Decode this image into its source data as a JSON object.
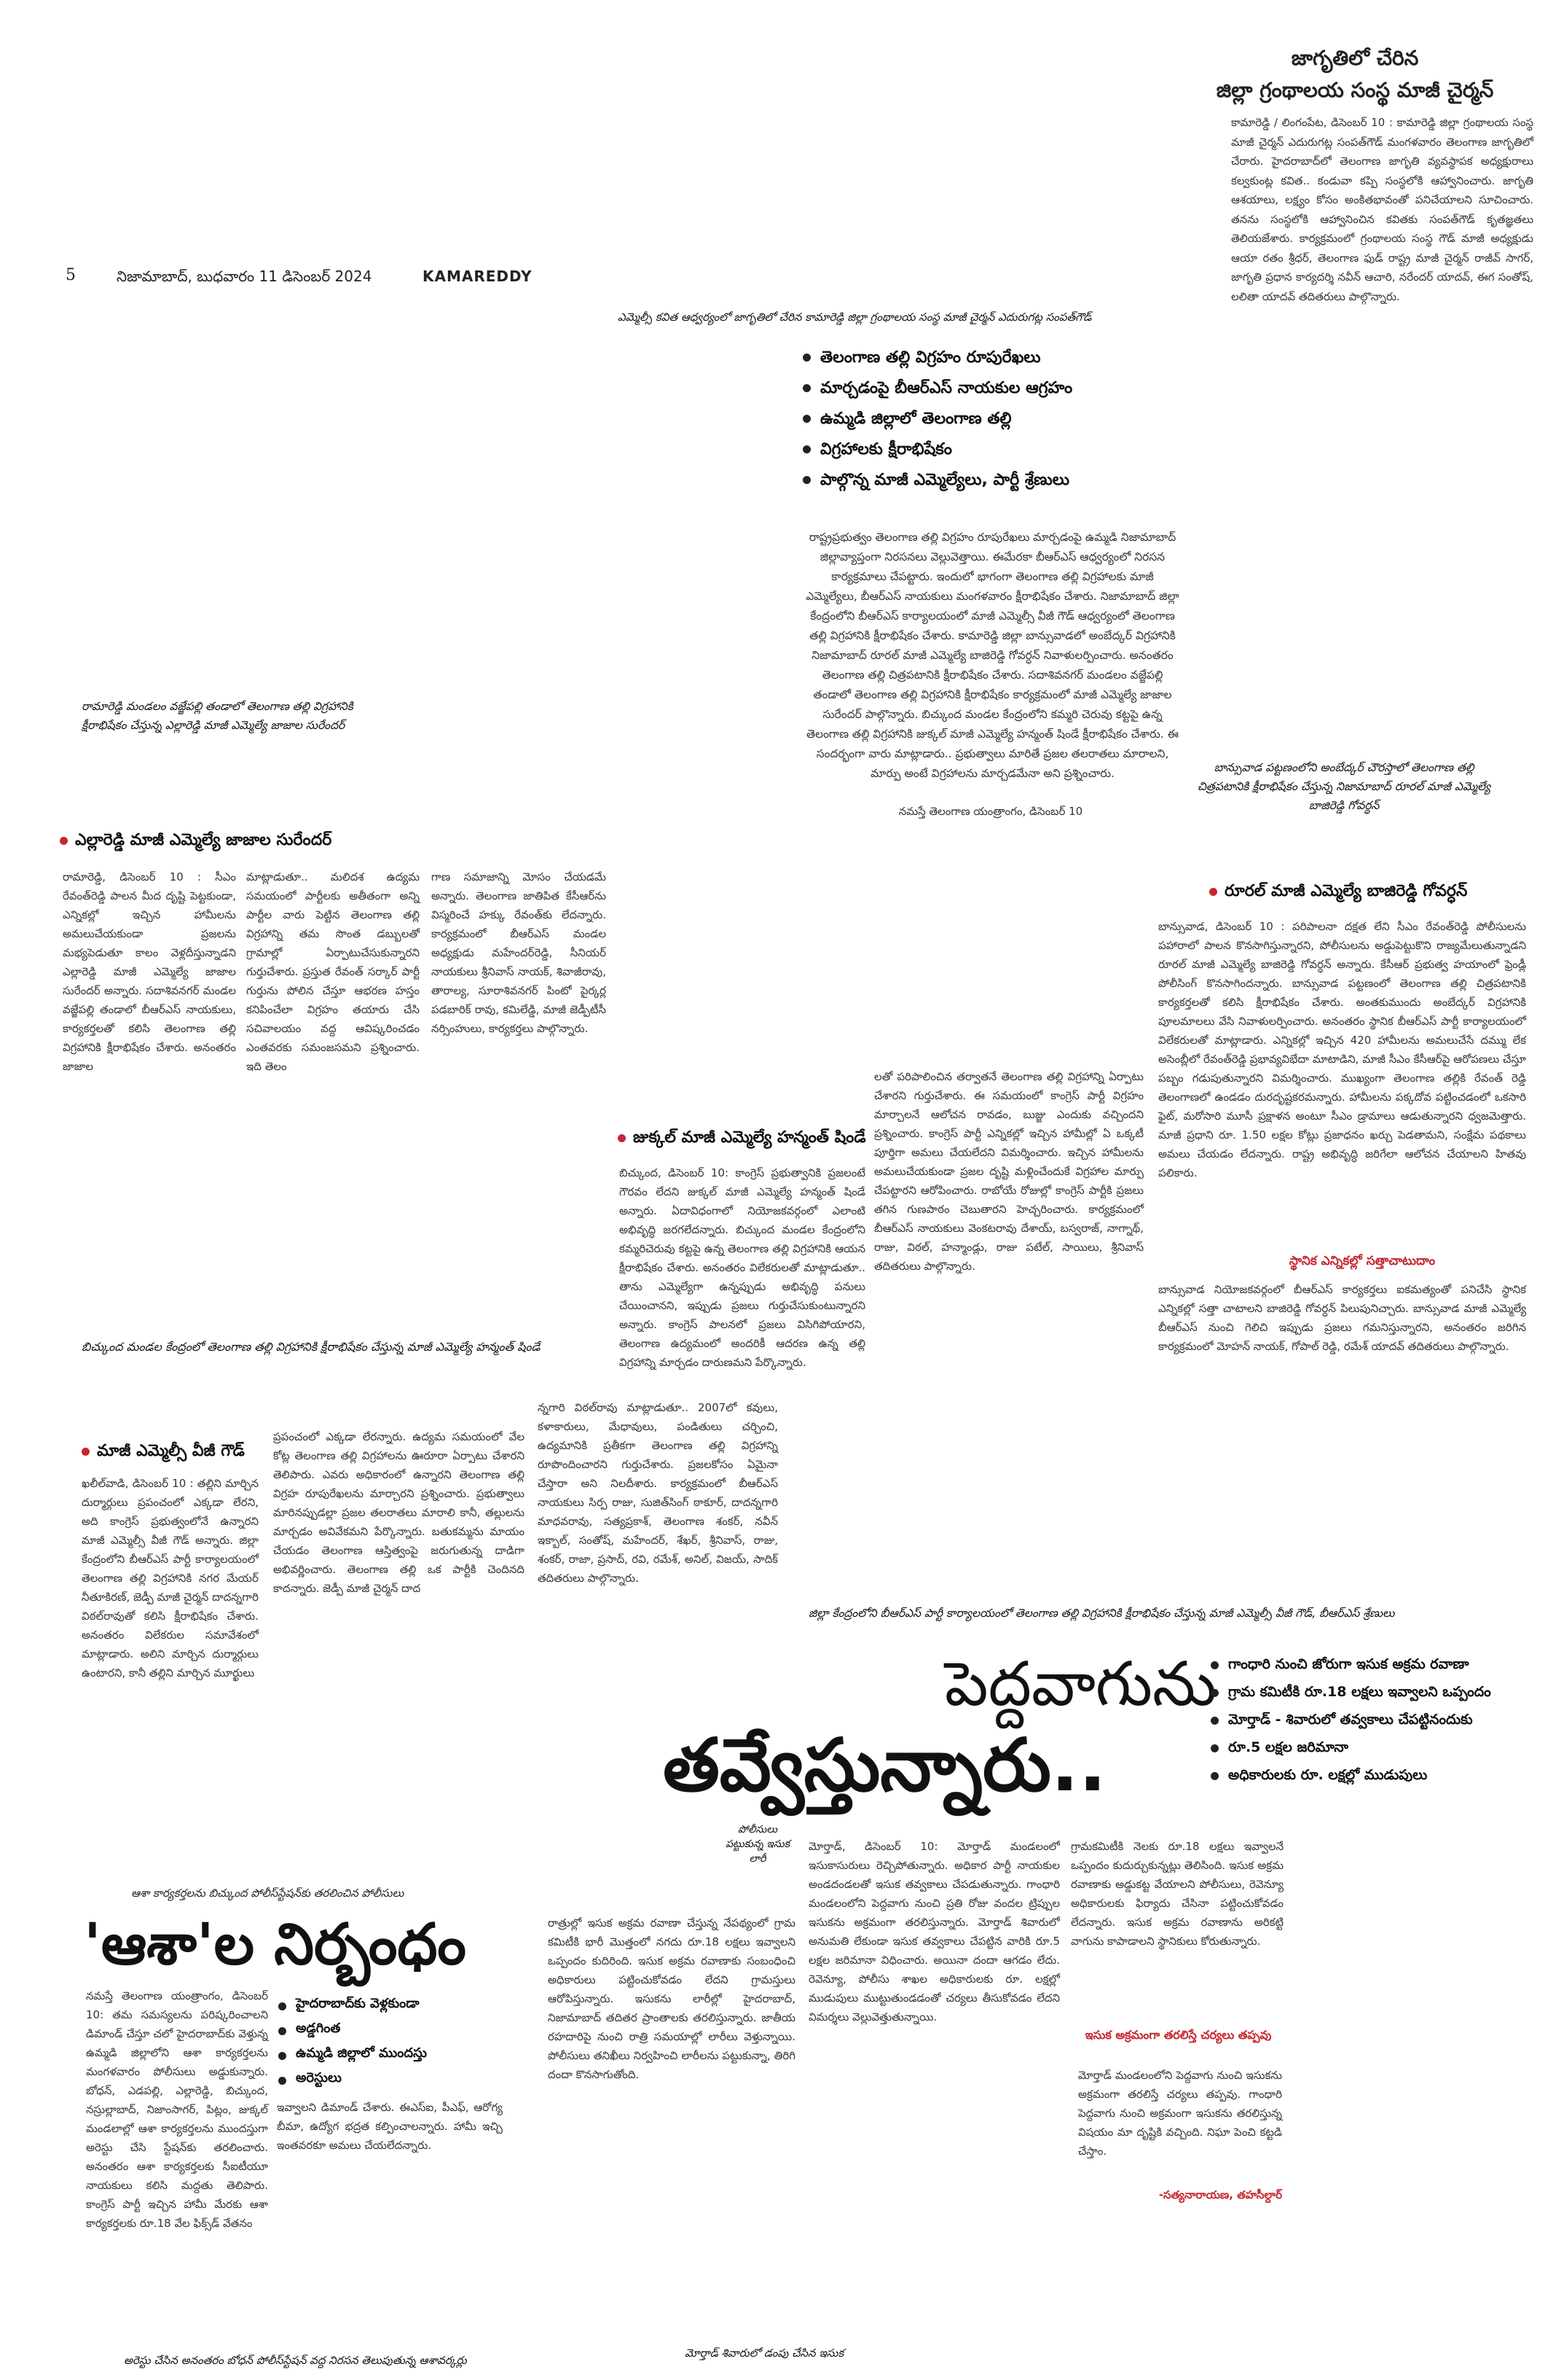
{
  "masthead": {
    "page_number": "5",
    "dateline": "నిజామాబాద్, బుధవారం 11 డిసెంబర్ 2024",
    "edition": "KAMAREDDY"
  },
  "top_right_story": {
    "headline_line1": "జాగృతిలో చేరిన",
    "headline_line2": "జిల్లా గ్రంథాలయ సంస్థ మాజీ చైర్మన్",
    "body": "కామారెడ్డి / లింగంపేట, డిసెంబర్ 10 : కామారెడ్డి జిల్లా గ్రంథాలయ సంస్థ మాజీ చైర్మన్ ఎదురుగట్ల సంపత్‌గౌడ్ మంగళవారం తెలంగాణ జాగృతిలో చేరారు. హైదరాబాద్‌లో తెలంగాణ జాగృతి వ్యవస్థాపక అధ్యక్షురాలు కల్వకుంట్ల కవిత.. కండువా కప్పి సంస్థలోకి ఆహ్వానించారు. జాగృతి ఆశయాలు, లక్ష్యం కోసం అంకితభావంతో పనిచేయాలని సూచించారు. తనను సంస్థలోకి ఆహ్వానించిన కవితకు సంపత్‌గౌడ్ కృతజ్ఞతలు తెలియజేశారు. కార్యక్రమంలో గ్రంథాలయ సంస్థ గౌడ్ మాజీ అధ్యక్షుడు ఆయా రతం శ్రీధర్, తెలంగాణ ఫుడ్ రాష్ట్ర మాజీ చైర్మన్ రాజీవ్ సాగర్, జాగృతి ప్రధాన కార్యదర్శి నవీన్ ఆచారి, నరేందర్ యాదవ్, ఈగ సంతోష్, లలితా యాదవ్ తదితరులు పాల్గొన్నారు.",
    "photo_caption": "ఎమ్మెల్సీ కవిత ఆధ్వర్యంలో జాగృతిలో చేరిన కామారెడ్డి జిల్లా గ్రంథాలయ సంస్థ మాజీ చైర్మన్ ఎదురుగట్ల సంపత్‌గౌడ్"
  },
  "main_story": {
    "bullets": [
      "తెలంగాణ తల్లి విగ్రహం రూపురేఖలు",
      "మార్చడంపై బీఆర్ఎస్ నాయకుల ఆగ్రహం",
      "ఉమ్మడి జిల్లాలో తెలంగాణ తల్లి",
      "విగ్రహాలకు క్షీరాభిషేకం",
      "పాల్గొన్న మాజీ ఎమ్మెల్యేలు, పార్టీ శ్రేణులు"
    ],
    "intro": "రాష్ట్రప్రభుత్వం తెలంగాణ తల్లి విగ్రహం రూపురేఖలు మార్చడంపై ఉమ్మడి నిజామాబాద్ జిల్లావ్యాప్తంగా నిరసనలు వెల్లువెత్తాయి. ఈమేరకా బీఆర్ఎస్ ఆధ్వర్యంలో నిరసన కార్యక్రమాలు చేపట్టారు. ఇందులో భాగంగా తెలంగాణ తల్లి విగ్రహాలకు మాజీ ఎమ్మెల్యేలు, బీఆర్ఎస్ నాయకులు మంగళవారం క్షీరాభిషేకం చేశారు. నిజామాబాద్ జిల్లా కేంద్రంలోని బీఆర్ఎస్ కార్యాలయంలో మాజీ ఎమ్మెల్సీ వీజీ గౌడ్ ఆధ్వర్యంలో తెలంగాణ తల్లి విగ్రహానికి క్షీరాభిషేకం చేశారు. కామారెడ్డి జిల్లా బాన్సువాడలో అంబేద్కర్ విగ్రహానికి నిజామాబాద్ రూరల్ మాజీ ఎమ్మెల్యే బాజిరెడ్డి గోవర్ధన్ నివాళులర్పించారు. అనంతరం తెలంగాణ తల్లి చిత్రపటానికి క్షీరాభిషేకం చేశారు. సదాశివనగర్ మండలం వజ్జేపల్లి తండాలో తెలంగాణ తల్లి విగ్రహానికి క్షీరాభిషేకం కార్యక్రమంలో మాజీ ఎమ్మెల్యే జాజాల సురేందర్ పాల్గొన్నారు. బిచ్కుంద మండల కేంద్రంలోని కమ్మరి చెరువు కట్టపై ఉన్న తెలంగాణ తల్లి విగ్రహానికి జుక్కల్ మాజీ ఎమ్మెల్యే హన్మంత్ షిండే క్షీరాభిషేకం చేశారు. ఈ సందర్భంగా వారు మాట్లాడారు.. ప్రభుత్వాలు మారితే ప్రజల తలరాతలు మారాలని, మార్పు అంటే విగ్రహాలను మార్చడమేనా అని ప్రశ్నించారు.",
    "credit": "నమస్తే తెలంగాణ యంత్రాంగం, డిసెంబర్ 10"
  },
  "photo_captions": {
    "yellareddy": "రామారెడ్డి మండలం వజ్జేపల్లి తండాలో తెలంగాణ తల్లి విగ్రహానికి క్షీరాభిషేకం చేస్తున్న ఎల్లారెడ్డి మాజీ ఎమ్మెల్యే జాజాల సురేందర్",
    "banswada": "బాన్సువాడ పట్టణంలోని అంబేద్కర్ చౌరస్తాలో తెలంగాణ తల్లి చిత్రపటానికి క్షీరాభిషేకం చేస్తున్న నిజామాబాద్ రూరల్ మాజీ ఎమ్మెల్యే బాజిరెడ్డి గోవర్ధన్",
    "bichkunda": "బిచ్కుంద మండల కేంద్రంలో తెలంగాణ తల్లి విగ్రహానికి క్షీరాభిషేకం చేస్తున్న మాజీ ఎమ్మెల్యే హన్మంత్ షిండే",
    "nizamabad": "జిల్లా కేంద్రంలోని బీఆర్ఎస్ పార్టీ కార్యాలయంలో తెలంగాణ తల్లి విగ్రహానికి క్షీరాభిషేకం చేస్తున్న మాజీ ఎమ్మెల్సీ వీజీ గౌడ్, బీఆర్ఎస్ శ్రేణులు"
  },
  "story_surender": {
    "subhead": "ఎల్లారెడ్డి మాజీ ఎమ్మెల్యే జాజాల సురేందర్",
    "col1": "రామారెడ్డి, డిసెంబర్ 10 : సీఎం రేవంత్‌రెడ్డి పాలన మీద దృష్టి పెట్టకుండా, ఎన్నికల్లో ఇచ్చిన హామీలను అమలుచేయకుండా ప్రజలను మభ్యపెడుతూ కాలం వెళ్లదీస్తున్నాడని ఎల్లారెడ్డి మాజీ ఎమ్మెల్యే జాజాల సురేందర్ అన్నారు. సదాశివనగర్ మండల వజ్జేపల్లి తండాలో బీఆర్ఎస్ నాయకులు, కార్యకర్తలతో కలిసి తెలంగాణ తల్లి విగ్రహానికి క్షీరాభిషేకం చేశారు. అనంతరం జాజాల",
    "col2": "మాట్లాడుతూ.. మలిదశ ఉద్యమ సమయంలో పార్టీలకు అతీతంగా అన్ని పార్టీల వారు పెట్టిన తెలంగాణ తల్లి విగ్రహాన్ని తమ సొంత డబ్బులతో గ్రామాల్లో ఏర్పాటుచేసుకున్నారని గుర్తుచేశారు. ప్రస్తుత రేవంత్ సర్కార్ పార్టీ గుర్తును పోలిన చేస్తూ ఆభరణ హస్తం కనిపించేలా విగ్రహం తయారు చేసి సచివాలయం వద్ద ఆవిష్కరించడం ఎంతవరకు సమంజసమని ప్రశ్నించారు. ఇది తెలం",
    "col3": "గాణ సమాజాన్ని మోసం చేయడమే అన్నారు. తెలంగాణ జాతిపిత కేసీఆర్‌ను విస్మరించే హక్కు రేవంత్‌కు లేదన్నారు. కార్యక్రమంలో బీఆర్ఎస్ మండల అధ్యక్షుడు మహేందర్‌రెడ్డి, సీనియర్ నాయకులు శ్రీనివాస్ నాయక్, శివాజీరావు, తారాల్య, సూరాశివనగర్ పింటో పైర్కర్ల పడబారిక్ రావు, కమిలేడ్డి, మాజీ జెడ్పీటీసీ నర్సింహులు, కార్యకర్తలు పాల్గొన్నారు."
  },
  "story_govardhan": {
    "subhead": "రూరల్ మాజీ ఎమ్మెల్యే బాజిరెడ్డి గోవర్ధన్",
    "body": "బాన్సువాడ, డిసెంబర్ 10 : పరిపాలనా దక్షత లేని సీఎం రేవంత్‌రెడ్డి పోలీసులను పహారాలో పాలన కొనసాగిస్తున్నారని, పోలీసులను అడ్డుపెట్టుకొని రాజ్యమేలుతున్నాడని రూరల్ మాజీ ఎమ్మెల్యే బాజిరెడ్డి గోవర్ధన్ అన్నారు. కేసీఆర్ ప్రభుత్వ హయాంలో ఫ్రెండ్లీ పోలీసింగ్ కొనసాగిందన్నారు. బాన్సువాడ పట్టణంలో తెలంగాణ తల్లి చిత్రపటానికి కార్యకర్తలతో కలిసి క్షీరాభిషేకం చేశారు. అంతకుముందు అంబేద్కర్ విగ్రహానికి పూలమాలలు వేసి నివాళులర్పించారు. అనంతరం స్థానిక బీఆర్ఎస్ పార్టీ కార్యాలయంలో విలేకరులతో మాట్లాడారు. ఎన్నికల్లో ఇచ్చిన 420 హామీలను అమలుచేసే దమ్ము లేక అసెంబ్లీలో రేవంత్‌రెడ్డి ప్రభావ్యవిభేదా మాటాడిని, మాజీ సీఎం కేసీఆర్‌పై ఆరోపణలు చేస్తూ పబ్బం గడుపుతున్నారని విమర్శించారు. ముఖ్యంగా తెలంగాణ తల్లికి రేవంత్ రెడ్డి తెలంగాణలో ఉండడం దురదృష్టకరమన్నారు. హామీలను పక్కదోవ పట్టించడంలో ఒకసారి ఫైట్, మరోసారి మూసీ ప్రక్షాళన అంటూ సీఎం డ్రామాలు ఆడుతున్నారని ధ్వజమెత్తారు. మాజీ ప్రధాని రూ. 1.50 లక్షల కోట్లు ప్రజాధనం ఖర్చు పెడతామని, సంక్షేమ పథకాలు అమలు చేయడం లేదన్నారు. రాష్ట్ర అభివృద్ధి జరిగేలా ఆలోచన చేయాలని హితవు పలికారు.",
    "subsub": "స్థానిక ఎన్నికల్లో సత్తాచాటుదాం",
    "body2": "బాన్సువాడ నియోజకవర్గంలో బీఆర్ఎస్ కార్యకర్తలు ఐకమత్యంతో పనిచేసి స్థానిక ఎన్నికల్లో సత్తా చాటాలని బాజిరెడ్డి గోవర్ధన్ పిలుపునిచ్చారు. బాన్సువాడ మాజీ ఎమ్మెల్యే బీఆర్ఎస్ నుంచి గెలిచి ఇప్పుడు ప్రజలు గమనిస్తున్నారని, అనంతరం జరిగిన కార్యక్రమంలో మోహన్ నాయక్, గోపాల్ రెడ్డి, రమేశ్ యాదవ్ తదితరులు పాల్గొన్నారు."
  },
  "story_shinde": {
    "subhead": "జుక్కల్ మాజీ ఎమ్మెల్యే హన్మంత్ షిండే",
    "col1": "బిచ్కుంద, డిసెంబర్ 10: కాంగ్రెస్ ప్రభుత్వానికి ప్రజలంటే గౌరవం లేదని జుక్కల్ మాజీ ఎమ్మెల్యే హన్మంత్ షిండే అన్నారు. ఏదావిధంగాలో నియోజకవర్గంలో ఎలాంటి అభివృద్ధి జరగలేదన్నారు. బిచ్కుంద మండల కేంద్రంలోని కమ్మరిచెరువు కట్టపై ఉన్న తెలంగాణ తల్లి విగ్రహానికి ఆయన క్షీరాభిషేకం చేశారు. అనంతరం విలేకరులతో మాట్లాడుతూ.. తాను ఎమ్మెల్యేగా ఉన్నప్పుడు అభివృద్ధి పనులు చేయించానని, ఇప్పుడు ప్రజలు గుర్తుచేసుకుంటున్నారని అన్నారు. కాంగ్రెస్ పాలనలో ప్రజలు విసిగిపోయారని, తెలంగాణ ఉద్యమంలో అందరికీ ఆదరణ ఉన్న తల్లి విగ్రహాన్ని మార్చడం దారుణమని పేర్కొన్నారు.",
    "col2": "లతో పరిపాలించిన తర్వాతనే తెలంగాణ తల్లి విగ్రహాన్ని ఏర్పాటు చేశారని గుర్తుచేశారు. ఈ సమయంలో కాంగ్రెస్ పార్టీ విగ్రహం మార్చాలనే ఆలోచన రావడం, బుజ్జు ఎందుకు వచ్చిందని ప్రశ్నించారు. కాంగ్రెస్ పార్టీ ఎన్నికల్లో ఇచ్చిన హామీల్లో ఏ ఒక్కటీ పూర్తిగా అమలు చేయలేదని విమర్శించారు. ఇచ్చిన హామీలను అమలుచేయకుండా ప్రజల దృష్టి మళ్లించేందుకే విగ్రహాల మార్పు చేపట్టారని ఆరోపించారు. రాబోయే రోజుల్లో కాంగ్రెస్ పార్టీకి ప్రజలు తగిన గుణపాఠం చెబుతారని హెచ్చరించారు. కార్యక్రమంలో బీఆర్ఎస్ నాయకులు వెంకటరావు దేశాయ్, బస్వరాజ్, నాగ్నాథ్, రాజు, విఠల్, హన్మాండ్లు, రాజు పటేల్, సాయిలు, శ్రీనివాస్ తదితరులు పాల్గొన్నారు."
  },
  "story_vgGoud": {
    "subhead": "మాజీ ఎమ్మెల్సీ వీజీ గౌడ్",
    "col1": "ఖలీల్‌వాడి, డిసెంబర్ 10 : తల్లిని మార్చిన దుర్మార్గులు ప్రపంచంలో ఎక్కడా లేరని, అది కాంగ్రెస్ ప్రభుత్వంలోనే ఉన్నారని మాజీ ఎమ్మెల్సీ వీజీ గౌడ్ అన్నారు. జిల్లా కేంద్రంలోని బీఆర్ఎస్ పార్టీ కార్యాలయంలో తెలంగాణ తల్లి విగ్రహానికి నగర మేయర్ నీతూకిరణ్, జెడ్పీ మాజీ చైర్మన్ దాదన్నగారి విఠల్‌రావుతో కలిసి క్షీరాభిషేకం చేశారు. అనంతరం విలేకరుల సమావేశంలో మాట్లాడారు. అలిని మార్చిన దుర్మార్గులు ఉంటారని, కానీ తల్లిని మార్చిన మూర్ఖులు",
    "col2": "ప్రపంచంలో ఎక్కడా లేరన్నారు. ఉద్యమ సమయంలో వేల కోట్ల తెలంగాణ తల్లి విగ్రహాలను ఊరూరా ఏర్పాటు చేశారని తెలిపారు. ఎవరు అధికారంలో ఉన్నారని తెలంగాణ తల్లి విగ్రహ రూపురేఖలను మార్చారని ప్రశ్నించారు. ప్రభుత్వాలు మారినప్పుడల్లా ప్రజల తలరాతలు మారాలి కానీ, తల్లులను మార్చడం అవివేకమని పేర్కొన్నారు. బతుకమ్మను మాయం చేయడం తెలంగాణ ఆస్తిత్వంపై జరుగుతున్న దాడిగా అభివర్ణించారు. తెలంగాణ తల్లి ఒక పార్టీకి చెందినది కాదన్నారు. జెడ్పీ మాజీ చైర్మన్ దాద",
    "col3": "న్నగారి విఠల్‌రావు మాట్లాడుతూ.. 2007లో కవులు, కళాకారులు, మేధావులు, పండితులు చర్చించి, ఉద్యమానికి ప్రతీకగా తెలంగాణ తల్లి విగ్రహాన్ని రూపొందించారని గుర్తుచేశారు. ప్రజలకోసం ఏమైనా చేస్తారా అని నిలదీశారు. కార్యక్రమంలో బీఆర్ఎస్ నాయకులు సిర్ప రాజు, సుజిత్‌సింగ్ ఠాకూర్, దాదన్నగారి మాధవరావు, సత్యప్రకాశ్, తెలంగాణ శంకర్, నవీన్ ఇక్బాల్, సంతోష్, మహేందర్, శేఖర్, శ్రీనివాస్, రాజు, శంకర్, రాజా, ప్రసాద్, రవి, రమేశ్, అనిల్, విజయ్, సాదిక్ తదితరులు పాల్గొన్నారు."
  },
  "peddavagu": {
    "headline_line1": "పెద్దవాగును",
    "headline_line2": "తవ్వేస్తున్నారు..",
    "bullets": [
      "గాంధారి నుంచి జోరుగా ఇసుక అక్రమ రవాణా",
      "గ్రామ కమిటీకి రూ.18 లక్షలు ఇవ్వాలని ఒప్పందం",
      "మోర్తాడ్ - శివారులో తవ్వకాలు చేపట్టినందుకు",
      "రూ.5 లక్షల జరిమానా",
      "అధికారులకు రూ. లక్షల్లో ముడుపులు"
    ],
    "photo_caption": "పోలీసులు పట్టుకున్న ఇసుక లారీ",
    "col1": "రాత్రుల్లో ఇసుక అక్రమ రవాణా చేస్తున్న నేపథ్యంలో గ్రామ కమిటీకి భారీ మొత్తంలో నగదు రూ.18 లక్షలు ఇవ్వాలని ఒప్పందం కుదిరింది. ఇసుక అక్రమ రవాణాకు సంబంధించి అధికారులు పట్టించుకోవడం లేదని గ్రామస్తులు ఆరోపిస్తున్నారు. ఇసుకను లారీల్లో హైదరాబాద్, నిజామాబాద్ తదితర ప్రాంతాలకు తరలిస్తున్నారు. జాతీయ రహదారిపై నుంచి రాత్రి సమయాల్లో లారీలు వెళ్తున్నాయి. పోలీసులు తనిఖీలు నిర్వహించి లారీలను పట్టుకున్నా, తిరిగి దందా కొనసాగుతోంది.",
    "col2": "మోర్తాడ్, డిసెంబర్ 10: మోర్తాడ్ మండలంలో ఇసుకాసురులు రెచ్చిపోతున్నారు. అధికార పార్టీ నాయకుల అండదండలతో ఇసుక తవ్వకాలు చేపడుతున్నారు. గాంధారి మండలంలోని పెద్దవాగు నుంచి ప్రతి రోజు వందల ట్రిప్పుల ఇసుకను అక్రమంగా తరలిస్తున్నారు. మోర్తాడ్ శివారులో అనుమతి లేకుండా ఇసుక తవ్వకాలు చేపట్టిన వారికి రూ.5 లక్షల జరిమానా విధించారు. అయినా దందా ఆగడం లేదు. రెవెన్యూ, పోలీసు శాఖల అధికారులకు రూ. లక్షల్లో ముడుపులు ముట్టుతుండడంతో చర్యలు తీసుకోవడం లేదని విమర్శలు వెల్లువెత్తుతున్నాయి.",
    "col3": "గ్రామకమిటీకి నెలకు రూ.18 లక్షలు ఇవ్వాలనే ఒప్పందం కుదుర్చుకున్నట్లు తెలిసింది. ఇసుక అక్రమ రవాణాకు అడ్డుకట్ట వేయాలని పోలీసులు, రెవెన్యూ అధికారులకు ఫిర్యాదు చేసినా పట్టించుకోవడం లేదన్నారు. ఇసుక అక్రమ రవాణాను అరికట్టి వాగును కాపాడాలని స్థానికులు కోరుతున్నారు.",
    "sidebar_head": "ఇసుక అక్రమంగా తరలిస్తే చర్యలు తప్పవు",
    "sidebar_body": "మోర్తాడ్ మండలంలోని పెద్దవాగు నుంచి ఇసుకను అక్రమంగా తరలిస్తే చర్యలు తప్పవు. గాంధారి పెద్దవాగు నుంచి అక్రమంగా ఇసుకను తరలిస్తున్న విషయం మా దృష్టికి వచ్చింది. నిఘా పెంచి కట్టడి చేస్తాం.",
    "sidebar_credit": "-సత్యనారాయణ, తహసీల్దార్",
    "bottom_caption": "మోర్తాడ్ శివారులో డంపు చేసిన ఇసుక"
  },
  "asha_story": {
    "kicker": "ఆశా కార్యకర్తలను బిచ్కుంద పోలీస్‌స్టేషన్‌కు తరలించిన పోలీసులు",
    "headline": "'ఆశా'ల నిర్బంధం",
    "bullets": [
      "హైదరాబాద్‌కు వెళ్లకుండా",
      "అడ్డగింత",
      "ఉమ్మడి జిల్లాలో ముందస్తు",
      "అరెస్టులు"
    ],
    "col1": "నమస్తే తెలంగాణ యంత్రాంగం, డిసెంబర్ 10: తమ సమస్యలను పరిష్కరించాలని డిమాండ్ చేస్తూ చలో హైదరాబాద్‌కు వెళ్తున్న ఉమ్మడి జిల్లాలోని ఆశా కార్యకర్తలను మంగళవారం పోలీసులు అడ్డుకున్నారు. బోధన్, ఎడపల్లి, ఎల్లారెడ్డి, బిచ్కుంద, నస్రుల్లాబాద్, నిజాంసాగర్, పిట్లం, జుక్కల్ మండలాల్లో ఆశా కార్యకర్తలను ముందస్తుగా అరెస్టు చేసి స్టేషన్‌కు తరలించారు. అనంతరం ఆశా కార్యకర్తలకు సీఐటీయూ నాయకులు కలిసి మద్దతు తెలిపారు. కాంగ్రెస్ పార్టీ ఇచ్చిన హామీ మేరకు ఆశా కార్యకర్తలకు రూ.18 వేల ఫిక్స్‌డ్ వేతనం",
    "col2": "ఇవ్వాలని డిమాండ్ చేశారు. ఈఎస్ఐ, పీఎఫ్, ఆరోగ్య బీమా, ఉద్యోగ భద్రత కల్పించాలన్నారు. హామీ ఇచ్చి ఇంతవరకూ అమలు చేయలేదన్నారు.",
    "bottom_caption": "అరెస్టు చేసిన అనంతరం బోధన్ పోలీస్‌స్టేషన్ వద్ద నిరసన తెలుపుతున్న ఆశావర్కర్లు"
  }
}
